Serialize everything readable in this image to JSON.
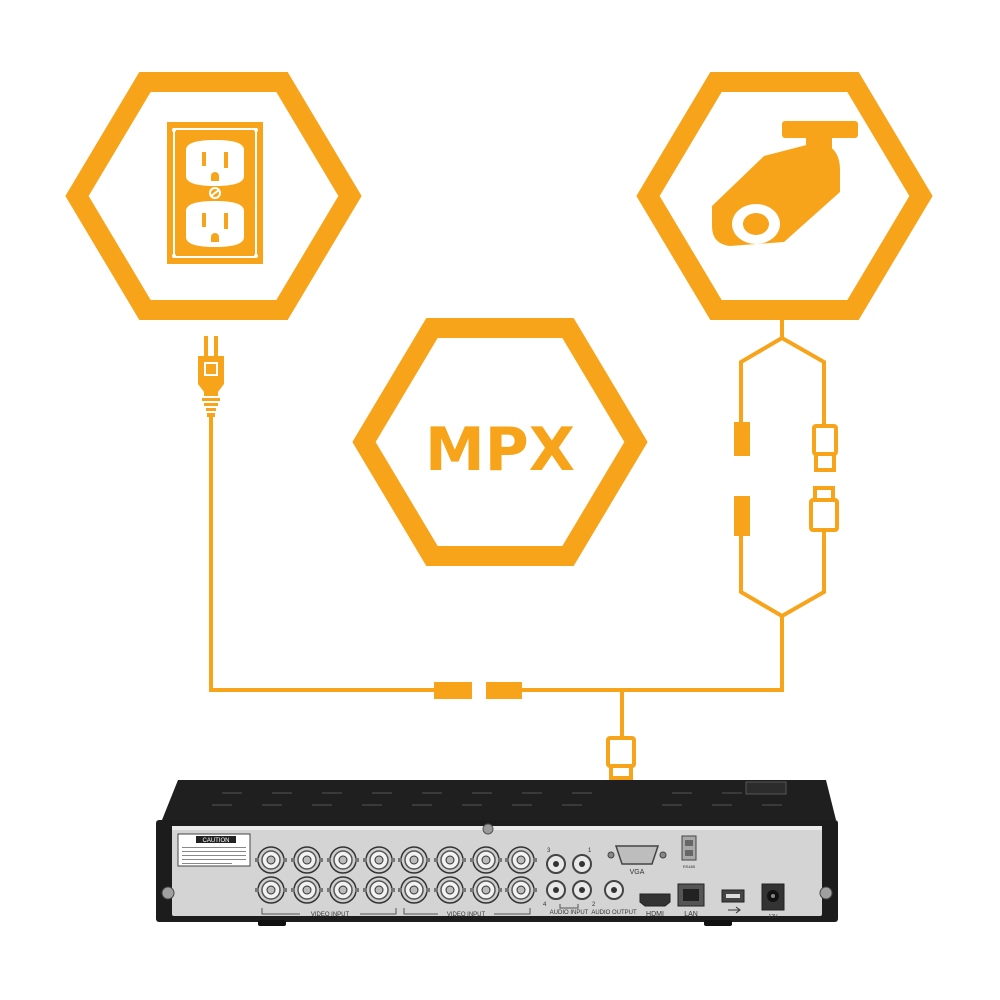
{
  "diagram": {
    "center_label": "MPX",
    "colors": {
      "accent": "#f8a41b",
      "dvr_body": "#1c1c1c",
      "dvr_panel": "#d4d4d4"
    },
    "icons": [
      "power-outlet-icon",
      "security-camera-icon",
      "power-plug-icon"
    ]
  },
  "dvr": {
    "caution": "CAUTION",
    "video_input_left": "VIDEO INPUT",
    "video_input_right": "VIDEO INPUT",
    "vga": "VGA",
    "audio_input": "AUDIO INPUT",
    "audio_output": "AUDIO OUTPUT",
    "hdmi": "HDMI",
    "lan": "LAN",
    "power": "12V",
    "rs485": "RS485",
    "audio_ch1": "1",
    "audio_ch2": "2",
    "audio_ch3": "3",
    "audio_ch4": "4"
  }
}
